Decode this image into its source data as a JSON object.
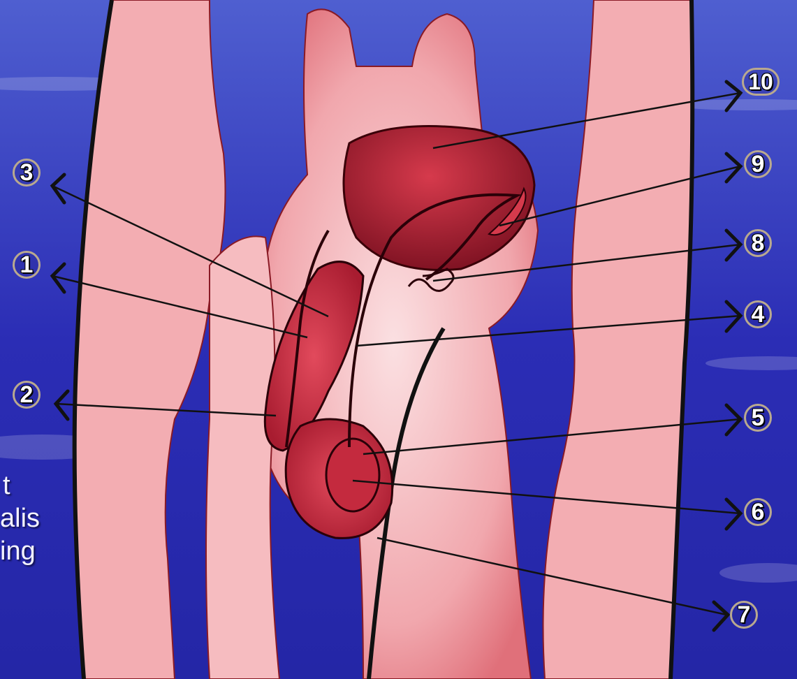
{
  "diagram": {
    "callouts": [
      {
        "id": "c1",
        "label": "1"
      },
      {
        "id": "c2",
        "label": "2"
      },
      {
        "id": "c3",
        "label": "3"
      },
      {
        "id": "c4",
        "label": "4"
      },
      {
        "id": "c5",
        "label": "5"
      },
      {
        "id": "c6",
        "label": "6"
      },
      {
        "id": "c7",
        "label": "7"
      },
      {
        "id": "c8",
        "label": "8"
      },
      {
        "id": "c9",
        "label": "9"
      },
      {
        "id": "c10",
        "label": "10"
      }
    ],
    "side_text_fragments": [
      "t",
      "alis",
      "ing"
    ]
  },
  "colors": {
    "background_blue": "#2d2fb8",
    "tissue_pink": "#f2aaaf",
    "organ_red": "#c8283c",
    "outline": "#1a0a0a"
  }
}
